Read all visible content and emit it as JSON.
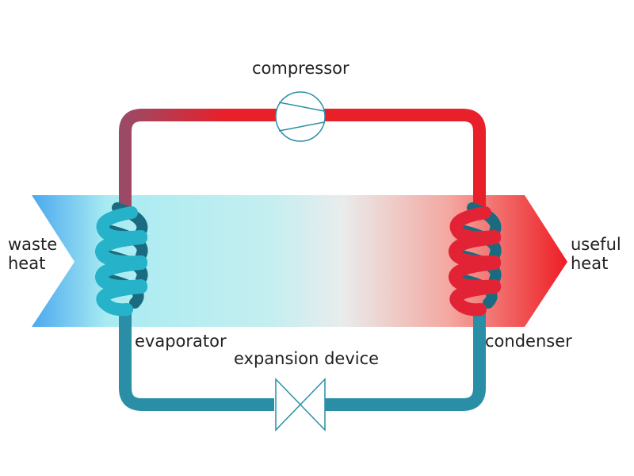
{
  "labels": {
    "compressor": "compressor",
    "waste_heat": [
      "waste",
      "heat"
    ],
    "useful_heat": [
      "useful",
      "heat"
    ],
    "evaporator": "evaporator",
    "condenser": "condenser",
    "expansion_device": "expansion device"
  },
  "colors": {
    "hot": "#e8202a",
    "cold": "#2a8fa6",
    "cold_coil": "#26b2c8",
    "hot_coil": "#e22335",
    "arrow_left": "#4aa8ee",
    "arrow_cyan": "#a8ecf2",
    "arrow_mid": "#e9ecec",
    "arrow_pink": "#f4a7a0",
    "arrow_right": "#ee1d24",
    "component_stroke": "#2a8fa6",
    "text": "#222222"
  }
}
